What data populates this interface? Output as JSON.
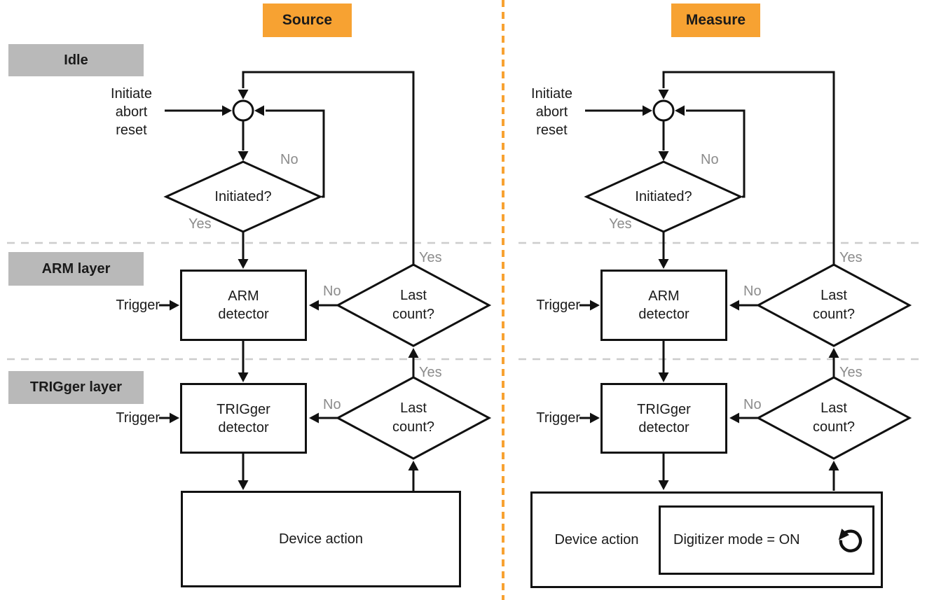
{
  "colors": {
    "accent_orange": "#F7A232",
    "label_gray_bg": "#B9B9B9",
    "muted_text_gray": "#8C8C8C",
    "line_black": "#111111",
    "dashed_layer_gray": "#CCCCCC"
  },
  "layers": {
    "idle": "Idle",
    "arm": "ARM layer",
    "trigger": "TRIGger layer"
  },
  "source": {
    "header": "Source",
    "initiate": [
      "Initiate",
      "abort",
      "reset"
    ],
    "initiated": {
      "label": "Initiated?",
      "no": "No",
      "yes": "Yes"
    },
    "arm_detector": [
      "ARM",
      "detector"
    ],
    "arm_trigger": "Trigger",
    "arm_last_count": {
      "label": [
        "Last",
        "count?"
      ],
      "no": "No",
      "yes": "Yes"
    },
    "trig_detector": [
      "TRIGger",
      "detector"
    ],
    "trig_trigger": "Trigger",
    "trig_last_count": {
      "label": [
        "Last",
        "count?"
      ],
      "no": "No",
      "yes": "Yes"
    },
    "device_action": "Device action"
  },
  "measure": {
    "header": "Measure",
    "initiate": [
      "Initiate",
      "abort",
      "reset"
    ],
    "initiated": {
      "label": "Initiated?",
      "no": "No",
      "yes": "Yes"
    },
    "arm_detector": [
      "ARM",
      "detector"
    ],
    "arm_trigger": "Trigger",
    "arm_last_count": {
      "label": [
        "Last",
        "count?"
      ],
      "no": "No",
      "yes": "Yes"
    },
    "trig_detector": [
      "TRIGger",
      "detector"
    ],
    "trig_trigger": "Trigger",
    "trig_last_count": {
      "label": [
        "Last",
        "count?"
      ],
      "no": "No",
      "yes": "Yes"
    },
    "device_action": "Device action",
    "digitizer_mode": "Digitizer mode = ON"
  }
}
